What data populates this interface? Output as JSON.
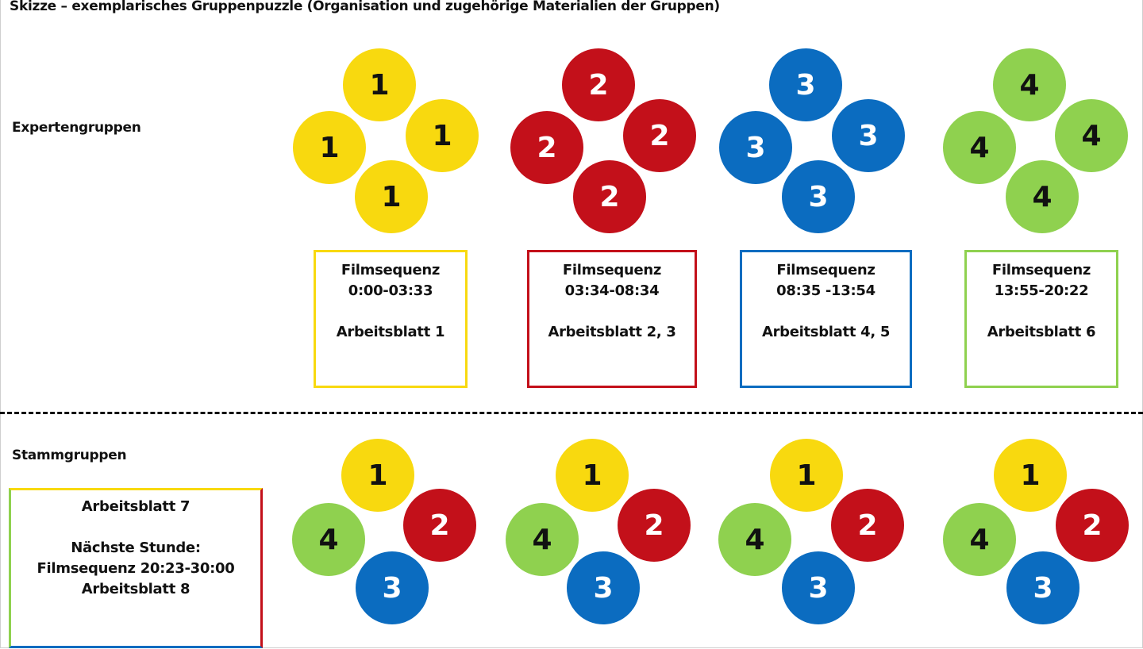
{
  "title": "Skizze – exemplarisches Gruppenpuzzle (Organisation und zugehörige Materialien der Gruppen)",
  "sections": {
    "expert_label": "Expertengruppen",
    "home_label": "Stammgruppen"
  },
  "colors": {
    "yellow": "#f8d90f",
    "red": "#c3101a",
    "blue": "#0b6cc0",
    "green": "#8fd14f"
  },
  "expert_groups": [
    {
      "number": "1",
      "color": "yellow",
      "sequence_label": "Filmsequenz",
      "time": "0:00-03:33",
      "worksheet": "Arbeitsblatt 1"
    },
    {
      "number": "2",
      "color": "red",
      "sequence_label": "Filmsequenz",
      "time": "03:34-08:34",
      "worksheet": "Arbeitsblatt 2, 3"
    },
    {
      "number": "3",
      "color": "blue",
      "sequence_label": "Filmsequenz",
      "time": "08:35 -13:54",
      "worksheet": "Arbeitsblatt 4, 5"
    },
    {
      "number": "4",
      "color": "green",
      "sequence_label": "Filmsequenz",
      "time": "13:55-20:22",
      "worksheet": "Arbeitsblatt 6"
    }
  ],
  "home_groups": [
    {
      "members": [
        "1",
        "2",
        "3",
        "4"
      ]
    },
    {
      "members": [
        "1",
        "2",
        "3",
        "4"
      ]
    },
    {
      "members": [
        "1",
        "2",
        "3",
        "4"
      ]
    },
    {
      "members": [
        "1",
        "2",
        "3",
        "4"
      ]
    }
  ],
  "home_box": {
    "worksheet": "Arbeitsblatt 7",
    "next_label": "Nächste Stunde:",
    "next_sequence": "Filmsequenz 20:23-30:00",
    "next_worksheet": "Arbeitsblatt 8"
  }
}
